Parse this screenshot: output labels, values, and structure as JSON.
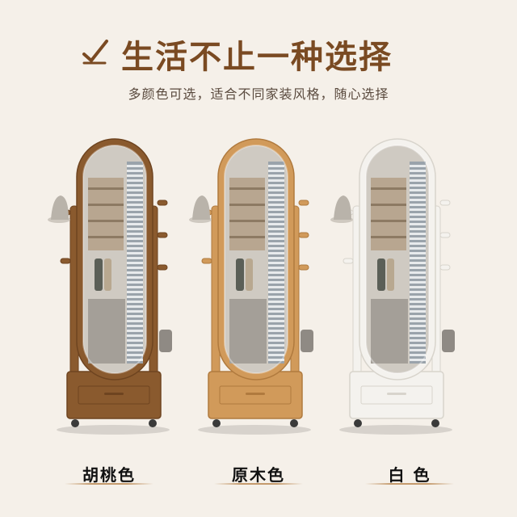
{
  "header": {
    "title": "生活不止一种选择",
    "subtitle": "多颜色可选，适合不同家装风格，随心选择",
    "icon": "check-icon",
    "accent_color": "#7a4a22"
  },
  "products": [
    {
      "label": "胡桃色",
      "frame_color": "#8a5a2e",
      "frame_dark": "#6e4420"
    },
    {
      "label": "原木色",
      "frame_color": "#d19a5a",
      "frame_dark": "#b07a3e"
    },
    {
      "label": "白 色",
      "frame_color": "#f4f2ee",
      "frame_dark": "#d8d4cc"
    }
  ]
}
